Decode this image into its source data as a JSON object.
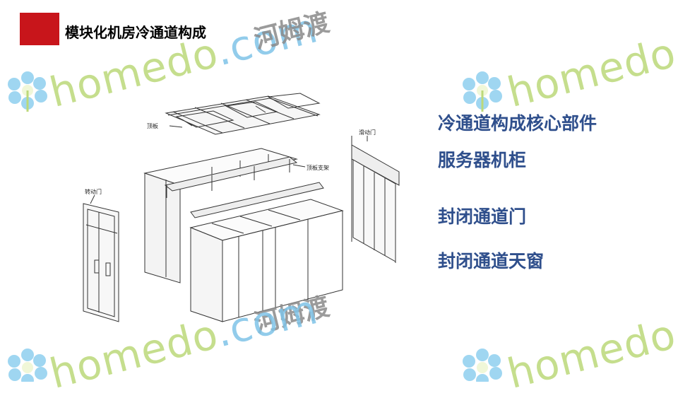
{
  "slide": {
    "title": "模块化机房冷通道构成",
    "accent_color": "#c8151b",
    "list_color": "#2f4f8c"
  },
  "components": {
    "items": [
      "冷通道构成核心部件",
      "服务器机柜",
      "封闭通道门",
      "封闭通道天窗"
    ]
  },
  "diagram": {
    "labels": {
      "top_panel": "顶板",
      "top_panel_support": "顶板支架",
      "sliding_door": "滑动门",
      "swing_door": "转动门"
    }
  },
  "watermark": {
    "brand": "homedo",
    "domain_suffix": ".com",
    "domain_suffix_short": ".co",
    "cn": "河姆渡"
  }
}
